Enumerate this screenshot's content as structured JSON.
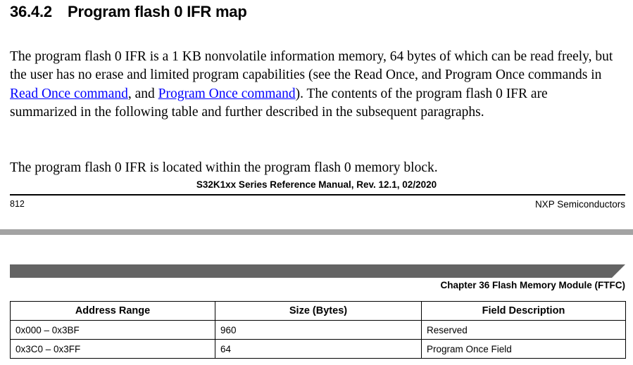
{
  "document": {
    "page_upper": {
      "heading": {
        "number": "36.4.2",
        "title": "Program flash 0 IFR map"
      },
      "paragraph_1": {
        "seg_1": "The program flash 0 IFR is a 1 KB nonvolatile information memory, 64 bytes of which can be read freely, but the user has no erase and limited program capabilities (see the Read Once, and Program Once commands in ",
        "link_1": "Read Once command",
        "seg_2": ", and ",
        "link_2": "Program Once command",
        "seg_3": "). The contents of the program flash 0 IFR are summarized in the following table and further described in the subsequent paragraphs."
      },
      "paragraph_2": "The program flash 0 IFR is located within the program flash 0 memory block.",
      "footer": {
        "manual_title": "S32K1xx Series Reference Manual, Rev. 12.1, 02/2020",
        "page_number": "812",
        "company": "NXP Semiconductors"
      }
    },
    "page_lower": {
      "chapter_title": "Chapter 36 Flash Memory Module (FTFC)",
      "table": {
        "headers": [
          "Address Range",
          "Size (Bytes)",
          "Field Description"
        ],
        "rows": [
          [
            "0x000 – 0x3BF",
            "960",
            "Reserved"
          ],
          [
            "0x3C0 – 0x3FF",
            "64",
            "Program Once Field"
          ]
        ]
      }
    }
  },
  "colors": {
    "link": "#0000ff",
    "chapter_bar": "#646464",
    "page_gap": "#a3a3a3",
    "text": "#000000"
  }
}
